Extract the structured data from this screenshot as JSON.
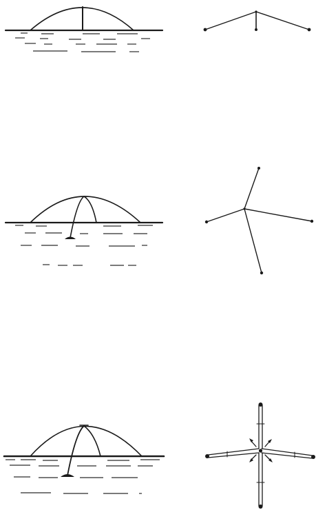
{
  "figure": {
    "panels": [
      {
        "id": "panel-1",
        "side_view": "bipod-arch-with-center-post",
        "plan_view": "three-point-star"
      },
      {
        "id": "panel-2",
        "side_view": "tripod-arch-with-buried-leg",
        "plan_view": "four-point-star"
      },
      {
        "id": "panel-3",
        "side_view": "tripod-arch-with-buried-leg",
        "plan_view": "four-point-star-with-force-arrows"
      }
    ],
    "colors": {
      "ink": "#1a1a1a",
      "background": "#ffffff"
    }
  }
}
